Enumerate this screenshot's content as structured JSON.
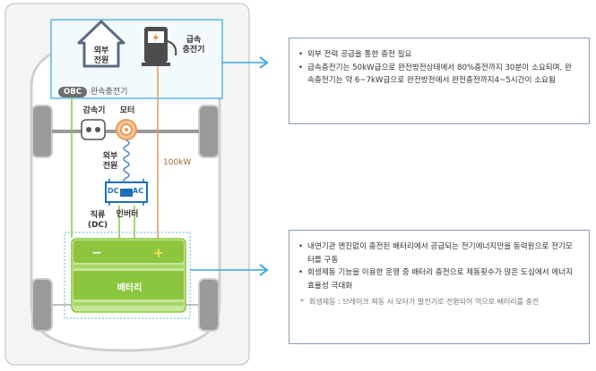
{
  "diagram": {
    "labels": {
      "external_power_top": "외부\n전원",
      "fast_charger": "급속\n충전기",
      "obc_badge": "OBC",
      "obc_text": "완속충전기",
      "reducer": "감속기",
      "motor": "모터",
      "external_power_mid": "외부\n전원",
      "power_100kw": "100kW",
      "dc": "DC",
      "ac": "AC",
      "inverter": "인버터",
      "direct_current": "직류\n(DC)",
      "battery": "배터리"
    },
    "colors": {
      "charging_box_border": "#5bb8e2",
      "charging_box_fill": "#f3fafd",
      "battery_green": "#8cc63f",
      "battery_light": "#c7e59a",
      "wire_orange": "#e79a57",
      "wire_green": "#8cc63f",
      "arrow_blue": "#3aa8d8",
      "obc_badge": "#6d6e71",
      "inverter_blue": "#1f6fb5"
    }
  },
  "panels": {
    "charging": {
      "items": [
        "외부 전력 공급을 통한 충전 필요",
        "급속충전기는 50kW급으로 완전방전상태에서 80%충전까지 30분이 소요되며, 완속충전기는 약 6~7kW급으로 완전방전에서 완전충전까지4~5시간이 소요됨"
      ]
    },
    "battery": {
      "items": [
        "내연기관 엔진없이 충전된 배터리에서 공급되는 전기에너지만을 동력원으로 전기모터를 구동",
        "회생제동 기능을 이용한 운행 중 배터리 충전으로 제동횟수가 많은 도심에서 에너지 효율성 극대화"
      ],
      "note": "회생제동 : 브레이크 제동 시 모터가 발전기로 전환되어 역으로 배터리를 충전"
    }
  }
}
